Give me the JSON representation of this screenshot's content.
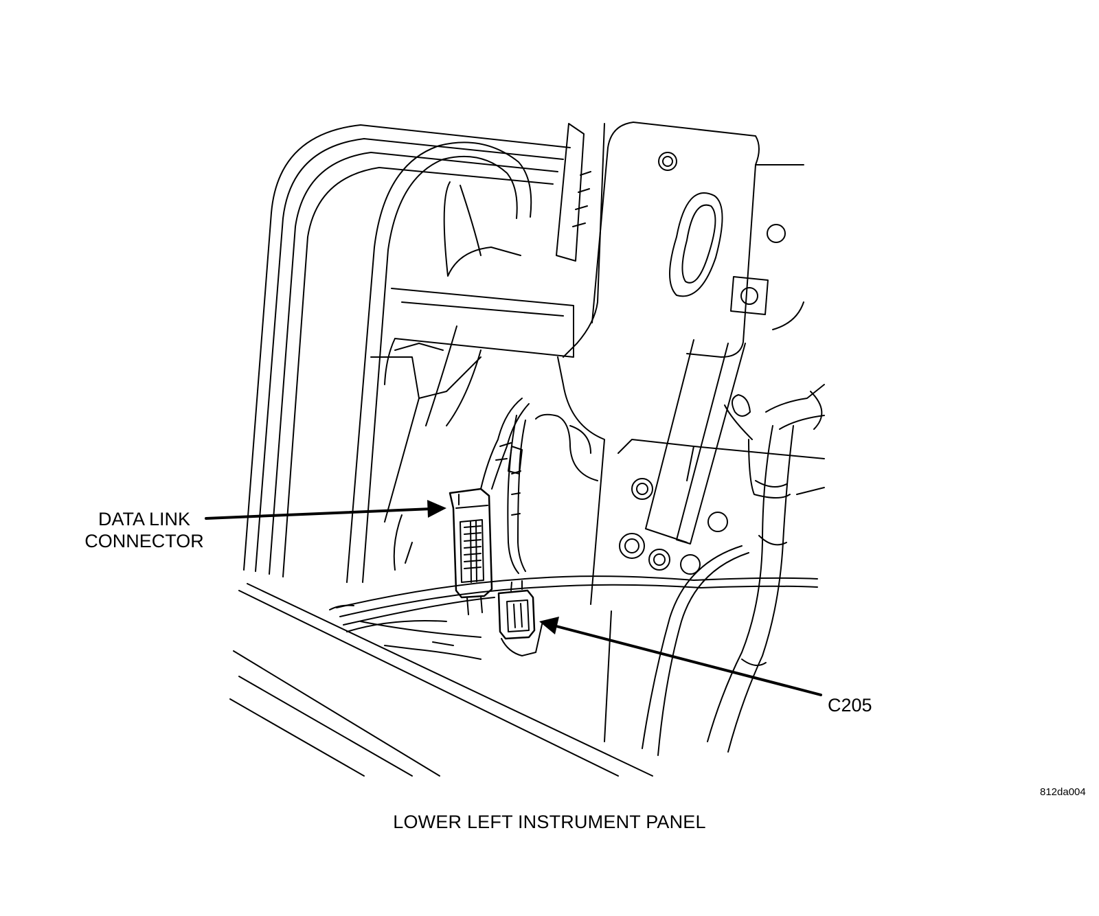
{
  "callouts": {
    "data_link_connector_line1": "DATA LINK",
    "data_link_connector_line2": "CONNECTOR",
    "c205": "C205"
  },
  "figure_id": "812da004",
  "caption": "LOWER LEFT INSTRUMENT PANEL"
}
